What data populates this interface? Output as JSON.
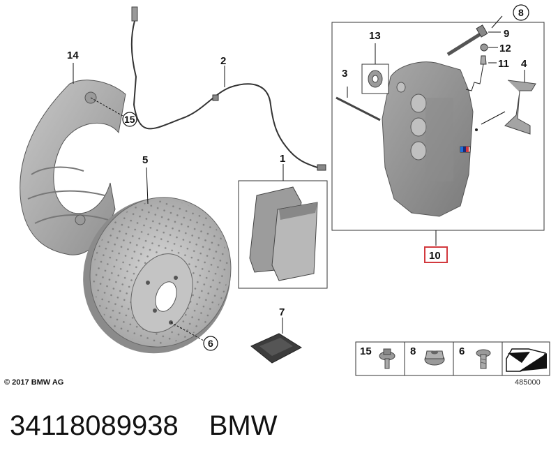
{
  "diagram": {
    "callouts": {
      "p1": "1",
      "p2": "2",
      "p3": "3",
      "p4": "4",
      "p5": "5",
      "p6": "6",
      "p7": "7",
      "p8": "8",
      "p9": "9",
      "p10": "10",
      "p11": "11",
      "p12": "12",
      "p13": "13",
      "p14": "14",
      "p15": "15"
    },
    "legend": {
      "a": "15",
      "b": "8",
      "c": "6"
    },
    "copyright": "© 2017 BMW AG",
    "image_number": "485000",
    "highlight_color": "#d2393e"
  },
  "footer": {
    "part_number": "34118089938",
    "brand": "BMW"
  }
}
